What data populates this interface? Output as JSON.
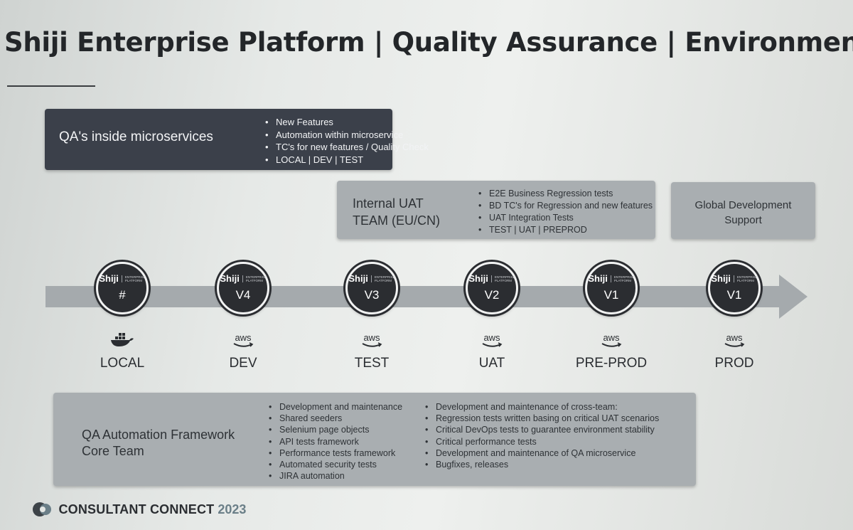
{
  "title": "Shiji Enterprise Platform | Quality Assurance | Environments",
  "qa_microservices": {
    "heading": "QA's inside microservices",
    "items": [
      "New Features",
      "Automation within microservice",
      "TC's for new features / Quality Check",
      "LOCAL | DEV | TEST"
    ]
  },
  "uat_team": {
    "heading_line1": "Internal UAT",
    "heading_line2": "TEAM (EU/CN)",
    "items": [
      "E2E Business Regression tests",
      "BD TC's for Regression and new features",
      "UAT Integration Tests",
      "TEST | UAT | PREPROD"
    ]
  },
  "global_support": {
    "line1": "Global Development",
    "line2": "Support"
  },
  "badge": {
    "brand": "Shiji",
    "tag_line1": "ENTERPRISE",
    "tag_line2": "PLATFORM"
  },
  "environments": [
    {
      "name": "LOCAL",
      "version": "#",
      "provider_icon": "docker-icon",
      "provider_text": ""
    },
    {
      "name": "DEV",
      "version": "V4",
      "provider_icon": "aws-icon",
      "provider_text": "aws"
    },
    {
      "name": "TEST",
      "version": "V3",
      "provider_icon": "aws-icon",
      "provider_text": "aws"
    },
    {
      "name": "UAT",
      "version": "V2",
      "provider_icon": "aws-icon",
      "provider_text": "aws"
    },
    {
      "name": "PRE-PROD",
      "version": "V1",
      "provider_icon": "aws-icon",
      "provider_text": "aws"
    },
    {
      "name": "PROD",
      "version": "V1",
      "provider_icon": "aws-icon",
      "provider_text": "aws"
    }
  ],
  "core_team": {
    "heading_line1": "QA Automation Framework",
    "heading_line2": "Core Team",
    "items_left": [
      "Development and maintenance",
      "Shared seeders",
      "Selenium page objects",
      "API tests framework",
      "Performance tests framework",
      "Automated security tests",
      "JIRA automation"
    ],
    "items_right": [
      "Development and maintenance of cross-team:",
      "Regression tests written basing on critical UAT scenarios",
      "Critical DevOps tests to guarantee environment stability",
      "Critical performance tests",
      "Development and maintenance of QA microservice",
      "Bugfixes, releases"
    ]
  },
  "footer": {
    "brand": "CONSULTANT CONNECT",
    "year": "2023"
  },
  "colors": {
    "dark_panel": "#3b404a",
    "light_panel": "#a9aeb1",
    "arrow": "#a5aaad",
    "badge": "#2b2d31",
    "aws_smile": "#2a2d31",
    "footer_year": "#6b7f88"
  }
}
